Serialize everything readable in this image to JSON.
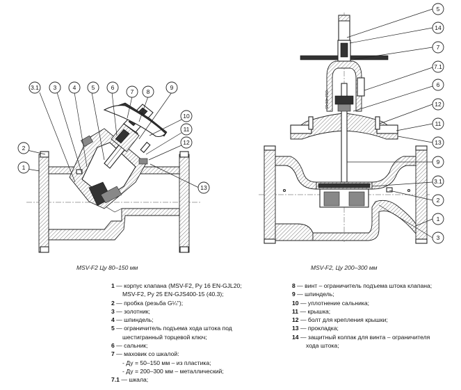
{
  "callouts_left": [
    "3.1",
    "3",
    "4",
    "5",
    "6",
    "7",
    "8",
    "9",
    "10",
    "11",
    "12",
    "13",
    "2",
    "1"
  ],
  "callouts_right": [
    "5",
    "14",
    "7",
    "7.1",
    "6",
    "12",
    "11",
    "13",
    "9",
    "3.1",
    "2",
    "1",
    "3"
  ],
  "left_caption": "MSV-F2 Цу 80–150 мм",
  "right_caption": "MSV-F2, Цу 200–300 мм",
  "gauge_mark": "GSJ 400-15",
  "legend": [
    {
      "num": "1",
      "text": " — корпус клапана (MSV-F2, Pу 16 EN-GJL20;"
    },
    {
      "num": "",
      "text": "MSV-F2, Pу 25 EN-GJS400-15 (40.3);"
    },
    {
      "num": "2",
      "text": " — пробка (резьба G¼\");"
    },
    {
      "num": "3",
      "text": " — золотник;"
    },
    {
      "num": "4",
      "text": " — шпиндель;"
    },
    {
      "num": "5",
      "text": " — ограничитель подъема хода штока под"
    },
    {
      "num": "",
      "text": "шестигранный торцевой ключ;"
    },
    {
      "num": "6",
      "text": " — сальник;"
    },
    {
      "num": "7",
      "text": " — маховик со шкалой:"
    },
    {
      "num": "",
      "text": "- Ду = 50–150 мм – из пластика;"
    },
    {
      "num": "",
      "text": "- Ду = 200–300 мм – металлический;"
    },
    {
      "num": "7.1",
      "text": " — шкала;"
    }
  ],
  "legend_right": [
    {
      "num": "8",
      "text": " — винт – ограничитель подъема штока клапана;"
    },
    {
      "num": "9",
      "text": " — шпиндель;"
    },
    {
      "num": "10",
      "text": " — уплотнение сальника;"
    },
    {
      "num": "11",
      "text": " — крышка;"
    },
    {
      "num": "12",
      "text": " — болт для крепления крышки;"
    },
    {
      "num": "13",
      "text": " — прокладка;"
    },
    {
      "num": "14",
      "text": " — защитный колпак для винта – ограничителя"
    },
    {
      "num": "",
      "text": "хода штока;"
    }
  ]
}
